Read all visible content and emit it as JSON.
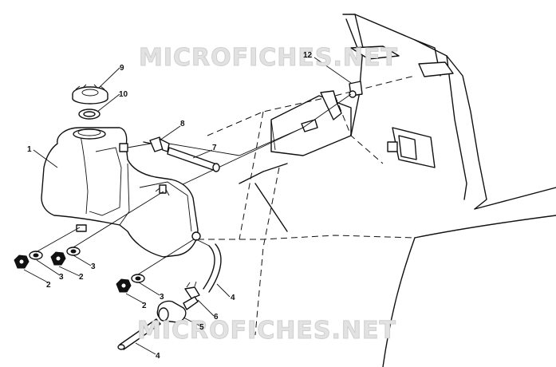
{
  "watermark": {
    "top": "MICROFICHES.NET",
    "bottom": "MICROFICHES.NET"
  },
  "callouts": {
    "tank": "1",
    "nut_left_1": "2",
    "nut_left_2": "2",
    "nut_lower": "2",
    "washer_left_1": "3",
    "washer_left_2": "3",
    "washer_lower": "3",
    "hose_right": "4",
    "hose_bottom": "4",
    "valve": "5",
    "clamp": "6",
    "bolt": "7",
    "fitting": "8",
    "cap": "9",
    "gasket": "10",
    "vent_fitting": "12"
  }
}
